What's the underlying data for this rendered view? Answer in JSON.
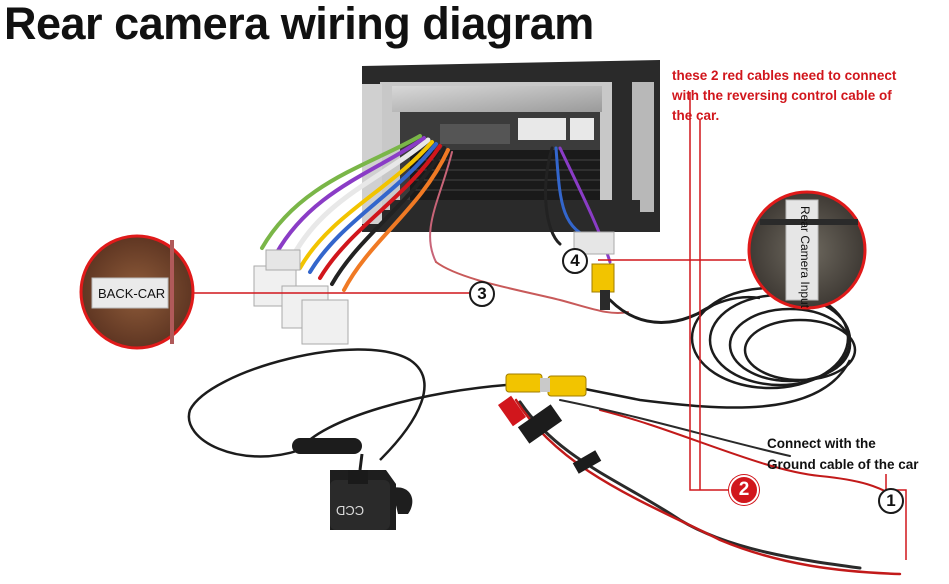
{
  "title": "Rear camera wiring diagram",
  "notes": {
    "red_cables": [
      "these 2 red cables need to connect",
      "with the reversing control cable of",
      "the car."
    ],
    "ground": [
      "Connect with the",
      "Ground cable of the car"
    ]
  },
  "markers": [
    "1",
    "2",
    "3",
    "4"
  ],
  "labels": {
    "back_car": "BACK-CAR",
    "rear_camera_input": "Rear Camera Input",
    "camera_text": "CCD"
  },
  "colors": {
    "accent_red": "#d1161c",
    "title": "#111111",
    "rca_yellow": "#f2c400",
    "cable": "#1c1c1c",
    "zoom_border": "#e01a1a",
    "wood": "#7a4a2c"
  }
}
